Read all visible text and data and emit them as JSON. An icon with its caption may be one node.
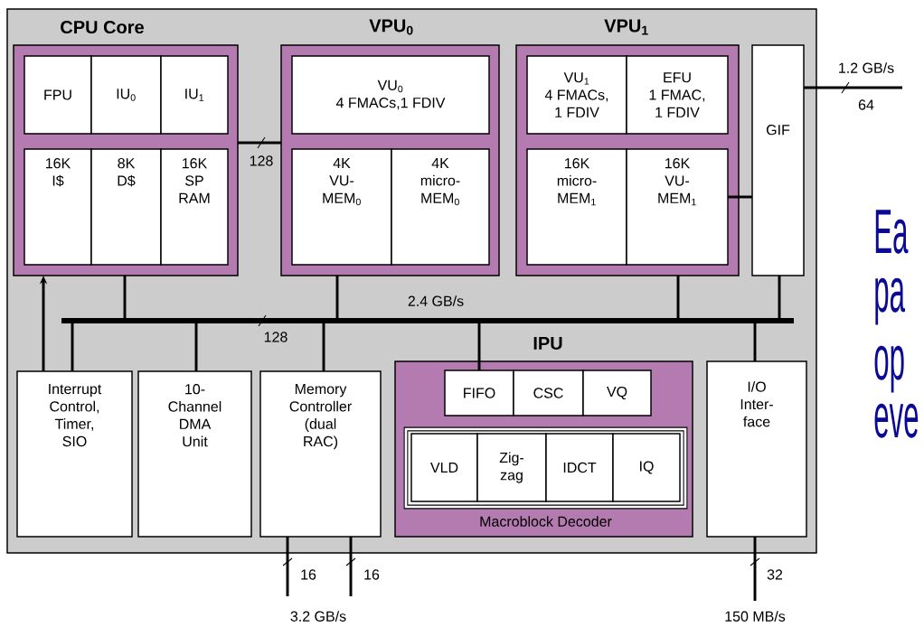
{
  "diagram": {
    "nodes": [
      {
        "text": [],
        "shape": "box"
      },
      {
        "text": [
          "CPU Core"
        ],
        "in": 0
      },
      {
        "text": [
          "FPU"
        ],
        "in": 1
      },
      {
        "text": [
          "IU$_{0}$"
        ],
        "in": 1
      },
      {
        "text": [
          "IU$_{1}$"
        ],
        "in": 1
      },
      {
        "text": [
          "16K I$"
        ],
        "in": 1
      },
      {
        "text": [
          "8K D$"
        ],
        "in": 1
      },
      {
        "text": [
          "16K SP RAM"
        ],
        "in": 1
      },
      {
        "text": [
          "VPU$_{0}$"
        ],
        "in": 0
      },
      {
        "text": [
          "VU$_{0}$",
          "4 FMACs,1 FDIV"
        ],
        "in": 8
      },
      {
        "text": [
          "4K VU-MEM$_{0}$"
        ],
        "in": 8
      },
      {
        "text": [
          "4K micro-MEM$_{0}$"
        ],
        "in": 8
      },
      {
        "text": [
          "VPU$_{1}$"
        ],
        "in": 0
      },
      {
        "text": [
          "VU$_{1}$",
          "4 FMACs, 1 FDIV"
        ],
        "in": 12
      },
      {
        "text": [
          "EFU",
          "1 FMAC, 1 FDIV"
        ],
        "in": 12
      },
      {
        "text": [
          "16K micro-MEM$_{1}$"
        ],
        "in": 12
      },
      {
        "text": [
          "16K VU-MEM$_{1}$"
        ],
        "in": 12
      },
      {
        "text": [
          "GIF"
        ],
        "in": 0
      },
      {
        "text": [],
        "shape": "bar",
        "beside": [
          "2.4 GB/s",
          "128"
        ],
        "in": 0
      },
      {
        "text": [
          "Interrupt Control, Timer, SIO"
        ],
        "in": 0
      },
      {
        "text": [
          "10-Channel DMA Unit"
        ],
        "in": 0
      },
      {
        "text": [
          "Memory Controller (dual RAC)"
        ],
        "in": 0
      },
      {
        "text": [
          "IPU"
        ],
        "in": 0
      },
      {
        "text": [
          "FIFO"
        ],
        "in": 22
      },
      {
        "text": [
          "CSC"
        ],
        "in": 22
      },
      {
        "text": [
          "VQ"
        ],
        "in": 22
      },
      {
        "text": [
          "Macroblock Decoder"
        ],
        "in": 22
      },
      {
        "text": [
          "VLD"
        ],
        "in": 26
      },
      {
        "text": [
          "Zig-zag"
        ],
        "in": 26
      },
      {
        "text": [
          "IDCT"
        ],
        "in": 26
      },
      {
        "text": [
          "IQ"
        ],
        "in": 26
      },
      {
        "text": [
          "I/O Inter-face"
        ],
        "in": 0
      }
    ],
    "edges": [
      {
        "from": 1,
        "to": 8,
        "arrow": "none",
        "label": "128"
      },
      {
        "from": 16,
        "to": 17,
        "arrow": "none"
      },
      {
        "from": 17,
        "to": null,
        "arrow": "none",
        "label": "1.2 GB/s"
      },
      {
        "from": 1,
        "to": 18,
        "arrow": "none"
      },
      {
        "from": 8,
        "to": 18,
        "arrow": "none"
      },
      {
        "from": 12,
        "to": 18,
        "arrow": "none"
      },
      {
        "from": 17,
        "to": 18,
        "arrow": "none"
      },
      {
        "from": 18,
        "to": 19,
        "arrow": "none"
      },
      {
        "from": 18,
        "to": 20,
        "arrow": "none"
      },
      {
        "from": 18,
        "to": 21,
        "arrow": "none"
      },
      {
        "from": 18,
        "to": 23,
        "arrow": "none"
      },
      {
        "from": 18,
        "to": 31,
        "arrow": "none"
      },
      {
        "from": 19,
        "to": 1,
        "arrow": "to"
      },
      {
        "from": 21,
        "to": null,
        "arrow": "none",
        "label": "16"
      },
      {
        "from": 21,
        "to": null,
        "arrow": "none",
        "label": "16"
      },
      {
        "from": 31,
        "to": null,
        "arrow": "none",
        "label": "32"
      }
    ],
    "labels": [
      "64",
      "3.2 GB/s",
      "150 MB/s",
      "Ea",
      "pa",
      "op",
      "eve"
    ]
  }
}
